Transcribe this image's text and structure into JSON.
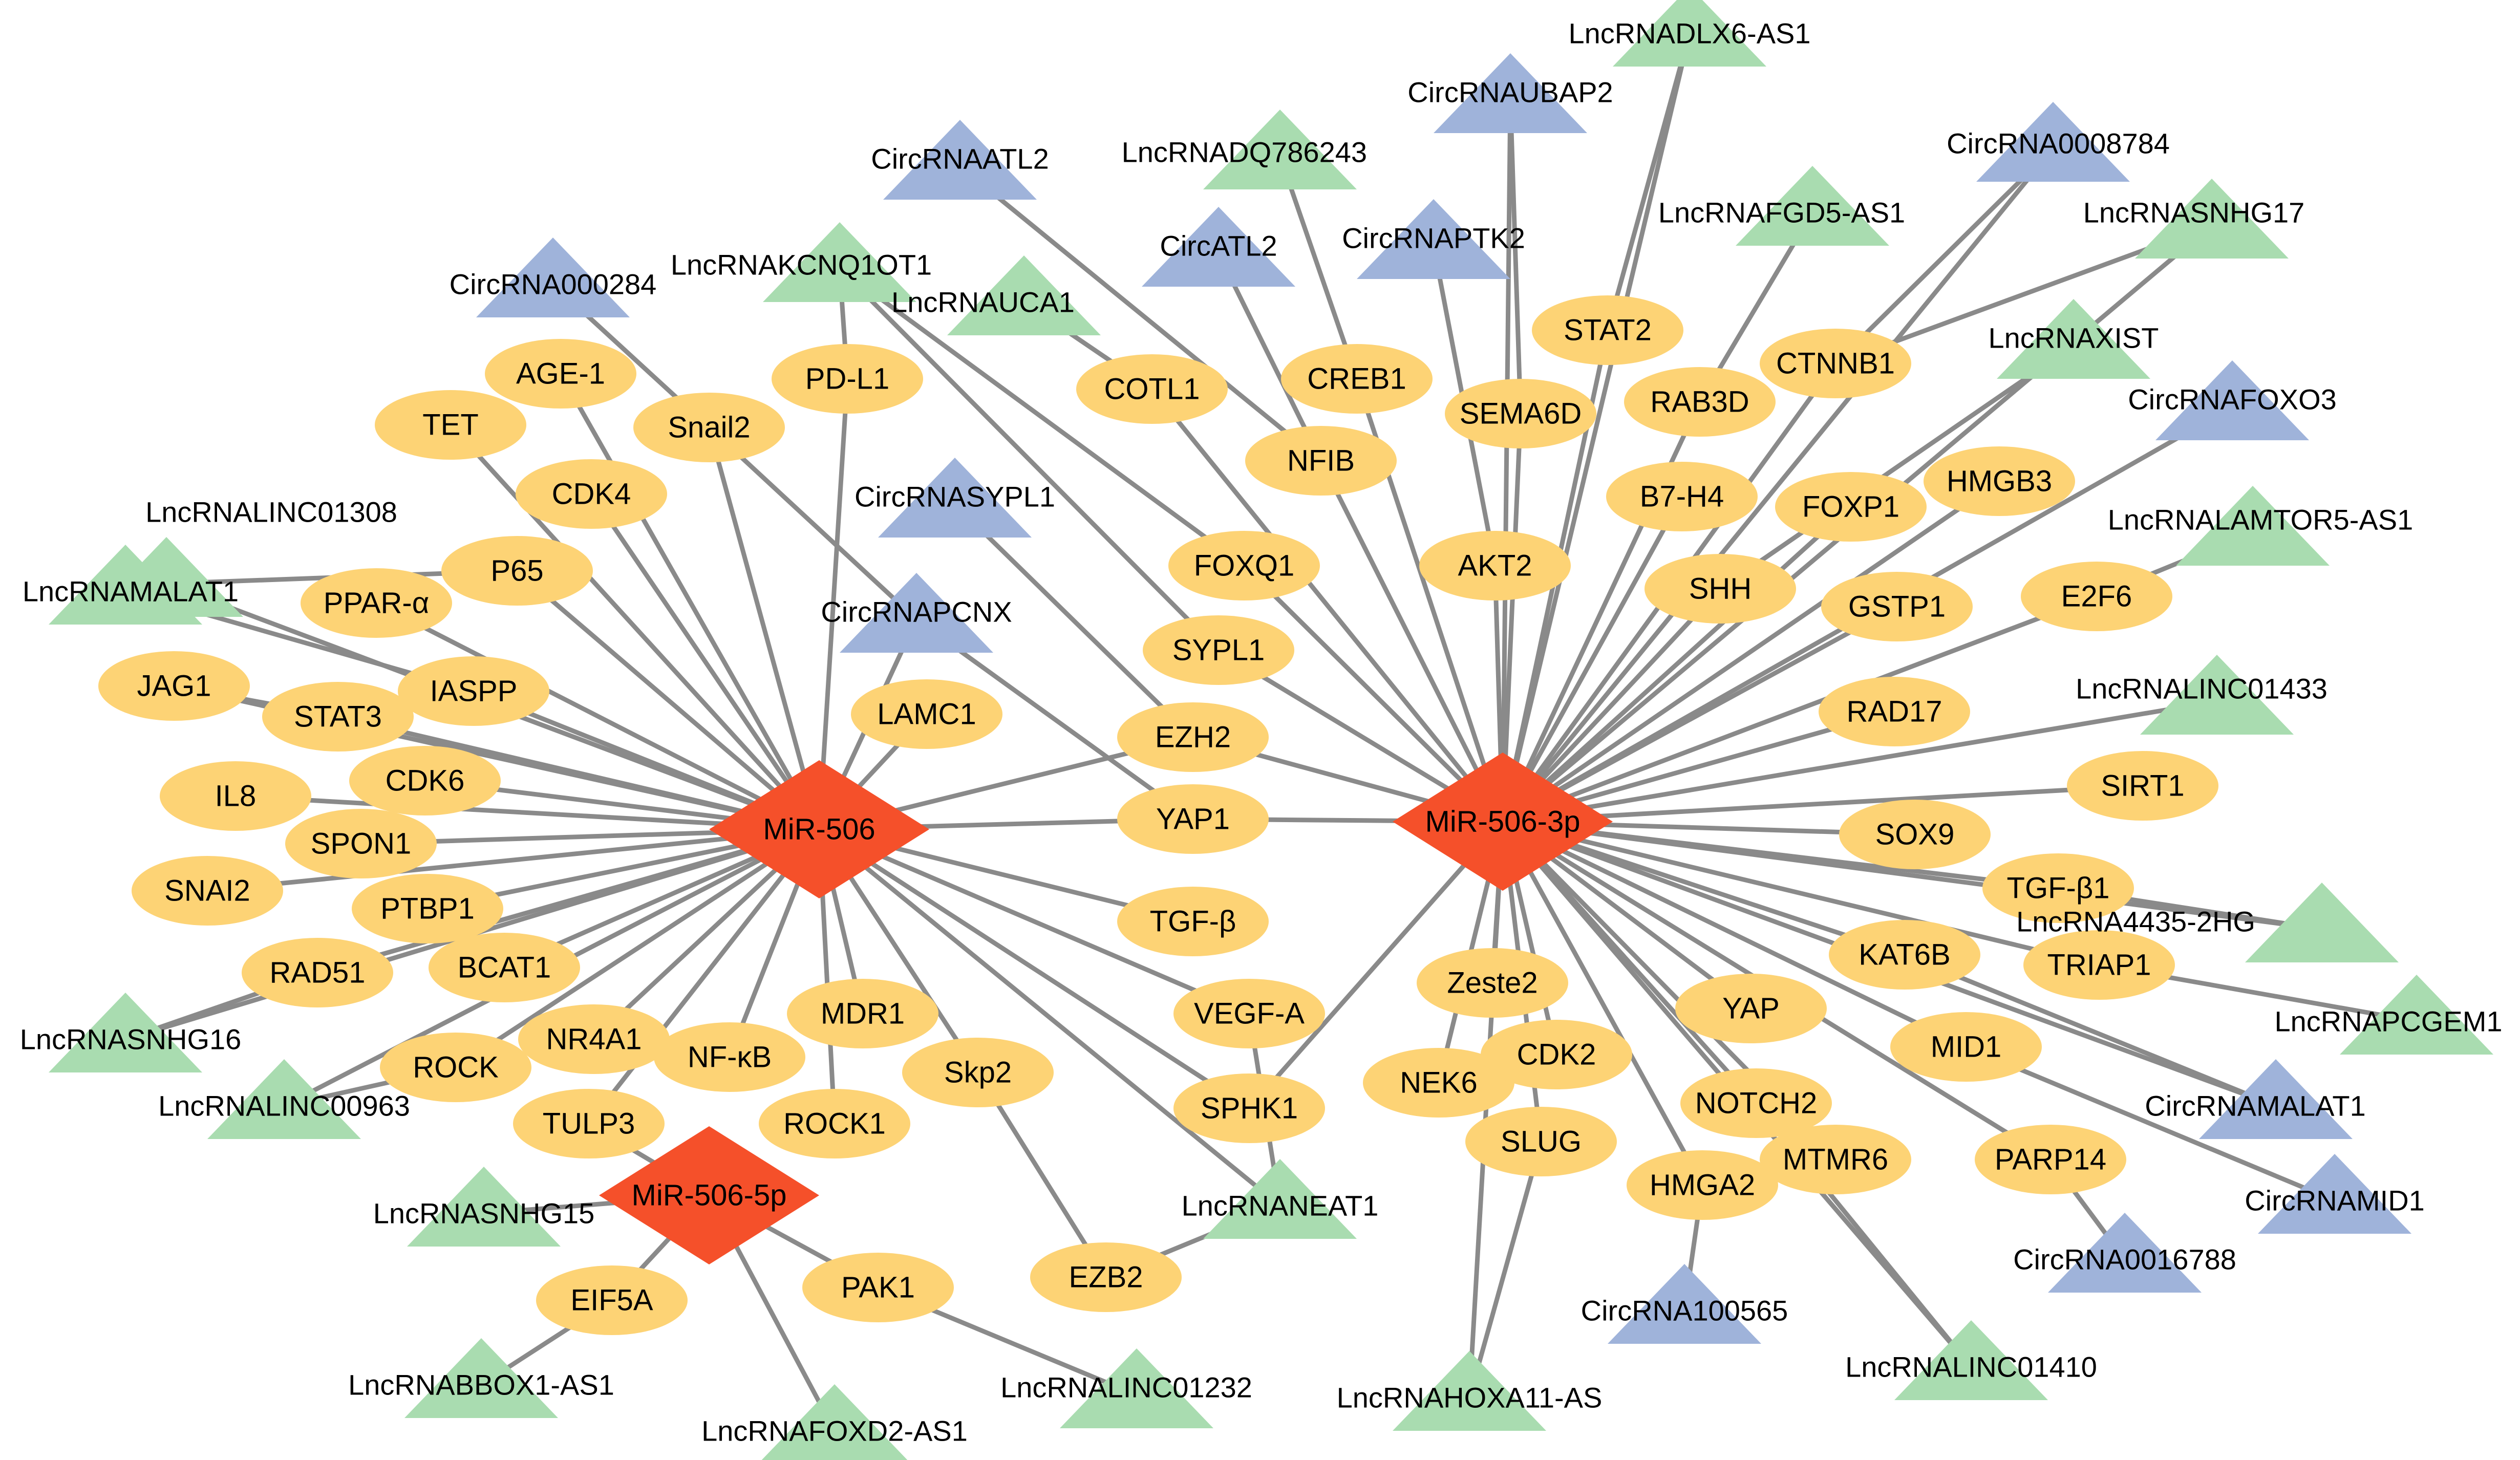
{
  "colors": {
    "edge": "#8a8a8a",
    "mirna": "#f5502a",
    "gene": "#fdd375",
    "lnc": "#a9dcb0",
    "circ": "#9fb3da",
    "text": "#000000"
  },
  "nodes": [
    {
      "id": "m506",
      "label": "MiR-506",
      "type": "mirna"
    },
    {
      "id": "m506_3p",
      "label": "MiR-506-3p",
      "type": "mirna"
    },
    {
      "id": "m506_5p",
      "label": "MiR-506-5p",
      "type": "mirna"
    },
    {
      "id": "TET",
      "label": "TET",
      "type": "gene"
    },
    {
      "id": "AGE1",
      "label": "AGE-1",
      "type": "gene"
    },
    {
      "id": "SNAIL2",
      "label": "Snail2",
      "type": "gene"
    },
    {
      "id": "PDL1",
      "label": "PD-L1",
      "type": "gene"
    },
    {
      "id": "CDK4",
      "label": "CDK4",
      "type": "gene"
    },
    {
      "id": "P65",
      "label": "P65",
      "type": "gene"
    },
    {
      "id": "PPARA",
      "label": "PPAR-α",
      "type": "gene"
    },
    {
      "id": "IASPP",
      "label": "IASPP",
      "type": "gene"
    },
    {
      "id": "JAG1",
      "label": "JAG1",
      "type": "gene"
    },
    {
      "id": "STAT3",
      "label": "STAT3",
      "type": "gene"
    },
    {
      "id": "IL8",
      "label": "IL8",
      "type": "gene"
    },
    {
      "id": "CDK6",
      "label": "CDK6",
      "type": "gene"
    },
    {
      "id": "SPON1",
      "label": "SPON1",
      "type": "gene"
    },
    {
      "id": "SNAI2",
      "label": "SNAI2",
      "type": "gene"
    },
    {
      "id": "PTBP1",
      "label": "PTBP1",
      "type": "gene"
    },
    {
      "id": "RAD51",
      "label": "RAD51",
      "type": "gene"
    },
    {
      "id": "BCAT1",
      "label": "BCAT1",
      "type": "gene"
    },
    {
      "id": "ROCK",
      "label": "ROCK",
      "type": "gene"
    },
    {
      "id": "NR4A1",
      "label": "NR4A1",
      "type": "gene"
    },
    {
      "id": "NFKB",
      "label": "NF-κB",
      "type": "gene"
    },
    {
      "id": "TULP3",
      "label": "TULP3",
      "type": "gene"
    },
    {
      "id": "MDR1",
      "label": "MDR1",
      "type": "gene"
    },
    {
      "id": "ROCK1",
      "label": "ROCK1",
      "type": "gene"
    },
    {
      "id": "SKP2",
      "label": "Skp2",
      "type": "gene"
    },
    {
      "id": "EZB2",
      "label": "EZB2",
      "type": "gene"
    },
    {
      "id": "LAMC1",
      "label": "LAMC1",
      "type": "gene"
    },
    {
      "id": "EIF5A",
      "label": "EIF5A",
      "type": "gene"
    },
    {
      "id": "PAK1",
      "label": "PAK1",
      "type": "gene"
    },
    {
      "id": "COTL1",
      "label": "COTL1",
      "type": "gene"
    },
    {
      "id": "FOXQ1",
      "label": "FOXQ1",
      "type": "gene"
    },
    {
      "id": "SYPL1",
      "label": "SYPL1",
      "type": "gene"
    },
    {
      "id": "EZH2",
      "label": "EZH2",
      "type": "gene"
    },
    {
      "id": "YAP1",
      "label": "YAP1",
      "type": "gene"
    },
    {
      "id": "TGFB",
      "label": "TGF-β",
      "type": "gene"
    },
    {
      "id": "VEGFA",
      "label": "VEGF-A",
      "type": "gene"
    },
    {
      "id": "SPHK1",
      "label": "SPHK1",
      "type": "gene"
    },
    {
      "id": "CREB1",
      "label": "CREB1",
      "type": "gene"
    },
    {
      "id": "NFIB",
      "label": "NFIB",
      "type": "gene"
    },
    {
      "id": "SEMA6D",
      "label": "SEMA6D",
      "type": "gene"
    },
    {
      "id": "STAT2",
      "label": "STAT2",
      "type": "gene"
    },
    {
      "id": "AKT2",
      "label": "AKT2",
      "type": "gene"
    },
    {
      "id": "RAB3D",
      "label": "RAB3D",
      "type": "gene"
    },
    {
      "id": "CTNNB1",
      "label": "CTNNB1",
      "type": "gene"
    },
    {
      "id": "B7H4",
      "label": "B7-H4",
      "type": "gene"
    },
    {
      "id": "SHH",
      "label": "SHH",
      "type": "gene"
    },
    {
      "id": "FOXP1",
      "label": "FOXP1",
      "type": "gene"
    },
    {
      "id": "HMGB3",
      "label": "HMGB3",
      "type": "gene"
    },
    {
      "id": "GSTP1",
      "label": "GSTP1",
      "type": "gene"
    },
    {
      "id": "E2F6",
      "label": "E2F6",
      "type": "gene"
    },
    {
      "id": "RAD17",
      "label": "RAD17",
      "type": "gene"
    },
    {
      "id": "SIRT1",
      "label": "SIRT1",
      "type": "gene"
    },
    {
      "id": "SOX9",
      "label": "SOX9",
      "type": "gene"
    },
    {
      "id": "TGFB1",
      "label": "TGF-β1",
      "type": "gene"
    },
    {
      "id": "KAT6B",
      "label": "KAT6B",
      "type": "gene"
    },
    {
      "id": "TRIAP1",
      "label": "TRIAP1",
      "type": "gene"
    },
    {
      "id": "ZESTE2",
      "label": "Zeste2",
      "type": "gene"
    },
    {
      "id": "YAP",
      "label": "YAP",
      "type": "gene"
    },
    {
      "id": "MID1",
      "label": "MID1",
      "type": "gene"
    },
    {
      "id": "NEK6",
      "label": "NEK6",
      "type": "gene"
    },
    {
      "id": "CDK2",
      "label": "CDK2",
      "type": "gene"
    },
    {
      "id": "NOTCH2",
      "label": "NOTCH2",
      "type": "gene"
    },
    {
      "id": "SLUG",
      "label": "SLUG",
      "type": "gene"
    },
    {
      "id": "MTMR6",
      "label": "MTMR6",
      "type": "gene"
    },
    {
      "id": "PARP14",
      "label": "PARP14",
      "type": "gene"
    },
    {
      "id": "HMGA2",
      "label": "HMGA2",
      "type": "gene"
    },
    {
      "id": "L_DLX6",
      "label": "LncRNADLX6-AS1",
      "type": "lnc"
    },
    {
      "id": "L_DQ",
      "label": "LncRNADQ786243",
      "type": "lnc"
    },
    {
      "id": "L_KCNQ",
      "label": "LncRNAKCNQ1OT1",
      "type": "lnc"
    },
    {
      "id": "L_UCA1",
      "label": "LncRNAUCA1",
      "type": "lnc"
    },
    {
      "id": "L_FGD5",
      "label": "LncRNAFGD5-AS1",
      "type": "lnc"
    },
    {
      "id": "L_SNHG17",
      "label": "LncRNASNHG17",
      "type": "lnc"
    },
    {
      "id": "L_XIST",
      "label": "LncRNAXIST",
      "type": "lnc"
    },
    {
      "id": "L_01308",
      "label": "LncRNALINC01308",
      "type": "lnc"
    },
    {
      "id": "L_MALAT1",
      "label": "LncRNAMALAT1",
      "type": "lnc"
    },
    {
      "id": "L_LAMTOR5",
      "label": "LncRNALAMTOR5-AS1",
      "type": "lnc"
    },
    {
      "id": "L_01433",
      "label": "LncRNALINC01433",
      "type": "lnc"
    },
    {
      "id": "L_4435",
      "label": "LncRNA4435-2HG",
      "type": "lnc"
    },
    {
      "id": "L_PCGEM1",
      "label": "LncRNAPCGEM1",
      "type": "lnc"
    },
    {
      "id": "L_SNHG16",
      "label": "LncRNASNHG16",
      "type": "lnc"
    },
    {
      "id": "L_00963",
      "label": "LncRNALINC00963",
      "type": "lnc"
    },
    {
      "id": "L_SNHG15",
      "label": "LncRNASNHG15",
      "type": "lnc"
    },
    {
      "id": "L_NEAT1",
      "label": "LncRNANEAT1",
      "type": "lnc"
    },
    {
      "id": "L_BBOX1",
      "label": "LncRNABBOX1-AS1",
      "type": "lnc"
    },
    {
      "id": "L_FOXD2",
      "label": "LncRNAFOXD2-AS1",
      "type": "lnc"
    },
    {
      "id": "L_01232",
      "label": "LncRNALINC01232",
      "type": "lnc"
    },
    {
      "id": "L_HOXA11",
      "label": "LncRNAHOXA11-AS",
      "type": "lnc"
    },
    {
      "id": "L_01410",
      "label": "LncRNALINC01410",
      "type": "lnc"
    },
    {
      "id": "C_UBAP2",
      "label": "CircRNAUBAP2",
      "type": "circ"
    },
    {
      "id": "C_ATL2A",
      "label": "CircRNAATL2",
      "type": "circ"
    },
    {
      "id": "C_0008784",
      "label": "CircRNA0008784",
      "type": "circ"
    },
    {
      "id": "C_ATL2",
      "label": "CircATL2",
      "type": "circ"
    },
    {
      "id": "C_PTK2",
      "label": "CircRNAPTK2",
      "type": "circ"
    },
    {
      "id": "C_000284",
      "label": "CircRNA000284",
      "type": "circ"
    },
    {
      "id": "C_FOXO3",
      "label": "CircRNAFOXO3",
      "type": "circ"
    },
    {
      "id": "C_SYPL1",
      "label": "CircRNASYPL1",
      "type": "circ"
    },
    {
      "id": "C_PCNX",
      "label": "CircRNAPCNX",
      "type": "circ"
    },
    {
      "id": "C_MALAT1",
      "label": "CircRNAMALAT1",
      "type": "circ"
    },
    {
      "id": "C_MID1",
      "label": "CircRNAMID1",
      "type": "circ"
    },
    {
      "id": "C_0016788",
      "label": "CircRNA0016788",
      "type": "circ"
    },
    {
      "id": "C_100565",
      "label": "CircRNA100565",
      "type": "circ"
    }
  ],
  "edges": [
    [
      "m506",
      "TET"
    ],
    [
      "m506",
      "AGE1"
    ],
    [
      "m506",
      "SNAIL2"
    ],
    [
      "m506",
      "PDL1"
    ],
    [
      "m506",
      "CDK4"
    ],
    [
      "m506",
      "P65"
    ],
    [
      "m506",
      "PPARA"
    ],
    [
      "m506",
      "IASPP"
    ],
    [
      "m506",
      "JAG1"
    ],
    [
      "m506",
      "STAT3"
    ],
    [
      "m506",
      "IL8"
    ],
    [
      "m506",
      "CDK6"
    ],
    [
      "m506",
      "SPON1"
    ],
    [
      "m506",
      "SNAI2"
    ],
    [
      "m506",
      "PTBP1"
    ],
    [
      "m506",
      "RAD51"
    ],
    [
      "m506",
      "BCAT1"
    ],
    [
      "m506",
      "ROCK"
    ],
    [
      "m506",
      "NR4A1"
    ],
    [
      "m506",
      "NFKB"
    ],
    [
      "m506",
      "TULP3"
    ],
    [
      "m506",
      "MDR1"
    ],
    [
      "m506",
      "ROCK1"
    ],
    [
      "m506",
      "SKP2"
    ],
    [
      "m506",
      "LAMC1"
    ],
    [
      "m506",
      "EZH2"
    ],
    [
      "m506",
      "YAP1"
    ],
    [
      "m506",
      "TGFB"
    ],
    [
      "m506",
      "VEGFA"
    ],
    [
      "m506",
      "SPHK1"
    ],
    [
      "m506",
      "L_NEAT1"
    ],
    [
      "m506",
      "L_01308"
    ],
    [
      "m506",
      "L_SNHG16"
    ],
    [
      "m506",
      "L_00963"
    ],
    [
      "m506",
      "C_PCNX"
    ],
    [
      "m506_3p",
      "YAP1"
    ],
    [
      "m506_3p",
      "EZH2"
    ],
    [
      "m506_3p",
      "SYPL1"
    ],
    [
      "m506_3p",
      "FOXQ1"
    ],
    [
      "m506_3p",
      "COTL1"
    ],
    [
      "m506_3p",
      "NFIB"
    ],
    [
      "m506_3p",
      "CREB1"
    ],
    [
      "m506_3p",
      "SEMA6D"
    ],
    [
      "m506_3p",
      "STAT2"
    ],
    [
      "m506_3p",
      "AKT2"
    ],
    [
      "m506_3p",
      "RAB3D"
    ],
    [
      "m506_3p",
      "CTNNB1"
    ],
    [
      "m506_3p",
      "B7H4"
    ],
    [
      "m506_3p",
      "SHH"
    ],
    [
      "m506_3p",
      "FOXP1"
    ],
    [
      "m506_3p",
      "HMGB3"
    ],
    [
      "m506_3p",
      "GSTP1"
    ],
    [
      "m506_3p",
      "E2F6"
    ],
    [
      "m506_3p",
      "RAD17"
    ],
    [
      "m506_3p",
      "SIRT1"
    ],
    [
      "m506_3p",
      "SOX9"
    ],
    [
      "m506_3p",
      "TGFB1"
    ],
    [
      "m506_3p",
      "KAT6B"
    ],
    [
      "m506_3p",
      "TRIAP1"
    ],
    [
      "m506_3p",
      "ZESTE2"
    ],
    [
      "m506_3p",
      "YAP"
    ],
    [
      "m506_3p",
      "MID1"
    ],
    [
      "m506_3p",
      "NEK6"
    ],
    [
      "m506_3p",
      "CDK2"
    ],
    [
      "m506_3p",
      "NOTCH2"
    ],
    [
      "m506_3p",
      "SLUG"
    ],
    [
      "m506_3p",
      "MTMR6"
    ],
    [
      "m506_3p",
      "PARP14"
    ],
    [
      "m506_3p",
      "HMGA2"
    ],
    [
      "m506_3p",
      "SPHK1"
    ],
    [
      "m506_3p",
      "L_DLX6"
    ],
    [
      "m506_3p",
      "L_01433"
    ],
    [
      "m506_3p",
      "L_4435"
    ],
    [
      "m506_3p",
      "L_01410"
    ],
    [
      "m506_3p",
      "L_HOXA11"
    ],
    [
      "m506_3p",
      "C_UBAP2"
    ],
    [
      "m506_3p",
      "C_0008784"
    ],
    [
      "m506_3p",
      "C_MALAT1"
    ],
    [
      "m506_3p",
      "C_FOXO3"
    ],
    [
      "m506_3p",
      "L_SNHG17"
    ],
    [
      "m506_5p",
      "L_SNHG15"
    ],
    [
      "m506_5p",
      "EIF5A"
    ],
    [
      "m506_5p",
      "PAK1"
    ],
    [
      "m506_5p",
      "L_FOXD2"
    ],
    [
      "C_000284",
      "SNAIL2"
    ],
    [
      "L_KCNQ",
      "PDL1"
    ],
    [
      "L_KCNQ",
      "FOXQ1"
    ],
    [
      "L_KCNQ",
      "SYPL1"
    ],
    [
      "L_UCA1",
      "COTL1"
    ],
    [
      "C_ATL2A",
      "NFIB"
    ],
    [
      "C_ATL2",
      "NFIB"
    ],
    [
      "L_DQ",
      "CREB1"
    ],
    [
      "C_PTK2",
      "AKT2"
    ],
    [
      "L_FGD5",
      "RAB3D"
    ],
    [
      "C_0008784",
      "CTNNB1"
    ],
    [
      "L_XIST",
      "SHH"
    ],
    [
      "L_LAMTOR5",
      "E2F6"
    ],
    [
      "L_MALAT1",
      "IASPP"
    ],
    [
      "L_01308",
      "P65"
    ],
    [
      "C_SYPL1",
      "EZH2"
    ],
    [
      "SNAIL2",
      "C_PCNX"
    ],
    [
      "C_PCNX",
      "YAP1"
    ],
    [
      "L_SNHG16",
      "RAD51"
    ],
    [
      "L_00963",
      "ROCK"
    ],
    [
      "JAG1",
      "STAT3"
    ],
    [
      "L_NEAT1",
      "VEGFA"
    ],
    [
      "SKP2",
      "EZB2"
    ],
    [
      "EZB2",
      "L_NEAT1"
    ],
    [
      "EIF5A",
      "L_BBOX1"
    ],
    [
      "PAK1",
      "L_01232"
    ],
    [
      "TULP3",
      "m506_5p"
    ],
    [
      "L_HOXA11",
      "SLUG"
    ],
    [
      "L_01410",
      "NOTCH2"
    ],
    [
      "HMGA2",
      "C_100565"
    ],
    [
      "TGFB1",
      "L_4435"
    ],
    [
      "TRIAP1",
      "L_PCGEM1"
    ],
    [
      "KAT6B",
      "C_MALAT1"
    ],
    [
      "MID1",
      "C_MID1"
    ],
    [
      "PARP14",
      "C_0016788"
    ],
    [
      "L_DLX6",
      "STAT2"
    ],
    [
      "C_UBAP2",
      "SEMA6D"
    ],
    [
      "L_SNHG17",
      "CTNNB1"
    ]
  ]
}
